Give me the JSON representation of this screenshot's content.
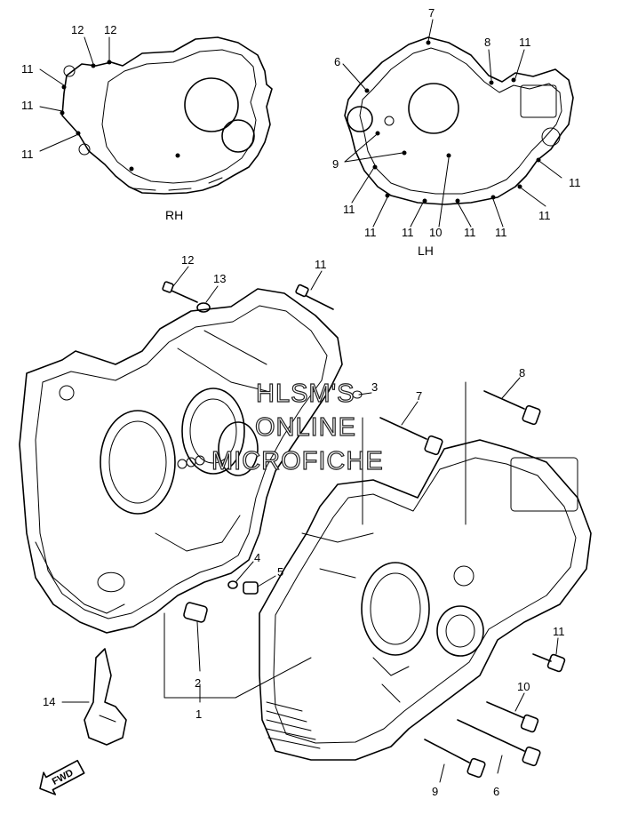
{
  "captions": {
    "rh": "RH",
    "lh": "LH"
  },
  "fwd_label": "FWD",
  "watermark": [
    "HLSM'S",
    "ONLINE",
    "MICROFICHE"
  ],
  "rh_labels": [
    {
      "text": "12"
    },
    {
      "text": "12"
    },
    {
      "text": "11"
    },
    {
      "text": "11"
    },
    {
      "text": "11"
    }
  ],
  "lh_labels": [
    {
      "text": "7"
    },
    {
      "text": "8"
    },
    {
      "text": "11"
    },
    {
      "text": "6"
    },
    {
      "text": "9"
    },
    {
      "text": "11"
    },
    {
      "text": "11"
    },
    {
      "text": "11"
    },
    {
      "text": "11"
    },
    {
      "text": "11"
    },
    {
      "text": "10"
    },
    {
      "text": "11"
    },
    {
      "text": "11"
    }
  ],
  "main_labels": [
    {
      "text": "12"
    },
    {
      "text": "13"
    },
    {
      "text": "11"
    },
    {
      "text": "3"
    },
    {
      "text": "7"
    },
    {
      "text": "8"
    },
    {
      "text": "4"
    },
    {
      "text": "5"
    },
    {
      "text": "2"
    },
    {
      "text": "1"
    },
    {
      "text": "14"
    },
    {
      "text": "11"
    },
    {
      "text": "10"
    },
    {
      "text": "9"
    },
    {
      "text": "6"
    }
  ]
}
